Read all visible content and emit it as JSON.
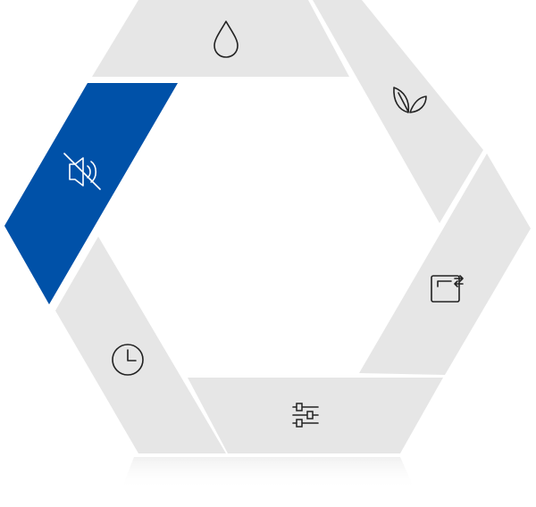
{
  "wheel": {
    "segments": [
      {
        "id": "water",
        "icon": "water-drop-icon",
        "active": false
      },
      {
        "id": "eco",
        "icon": "leaves-icon",
        "active": false
      },
      {
        "id": "rinse",
        "icon": "hose-faucet-icon",
        "active": false
      },
      {
        "id": "settings",
        "icon": "sliders-icon",
        "active": false
      },
      {
        "id": "timer",
        "icon": "clock-icon",
        "active": false
      },
      {
        "id": "mute",
        "icon": "speaker-muted-icon",
        "active": true
      }
    ]
  },
  "colors": {
    "segment_fill": "#e6e6e6",
    "segment_active_fill": "#0051a8",
    "icon_stroke": "#222222",
    "icon_active_stroke": "#ffffff"
  }
}
